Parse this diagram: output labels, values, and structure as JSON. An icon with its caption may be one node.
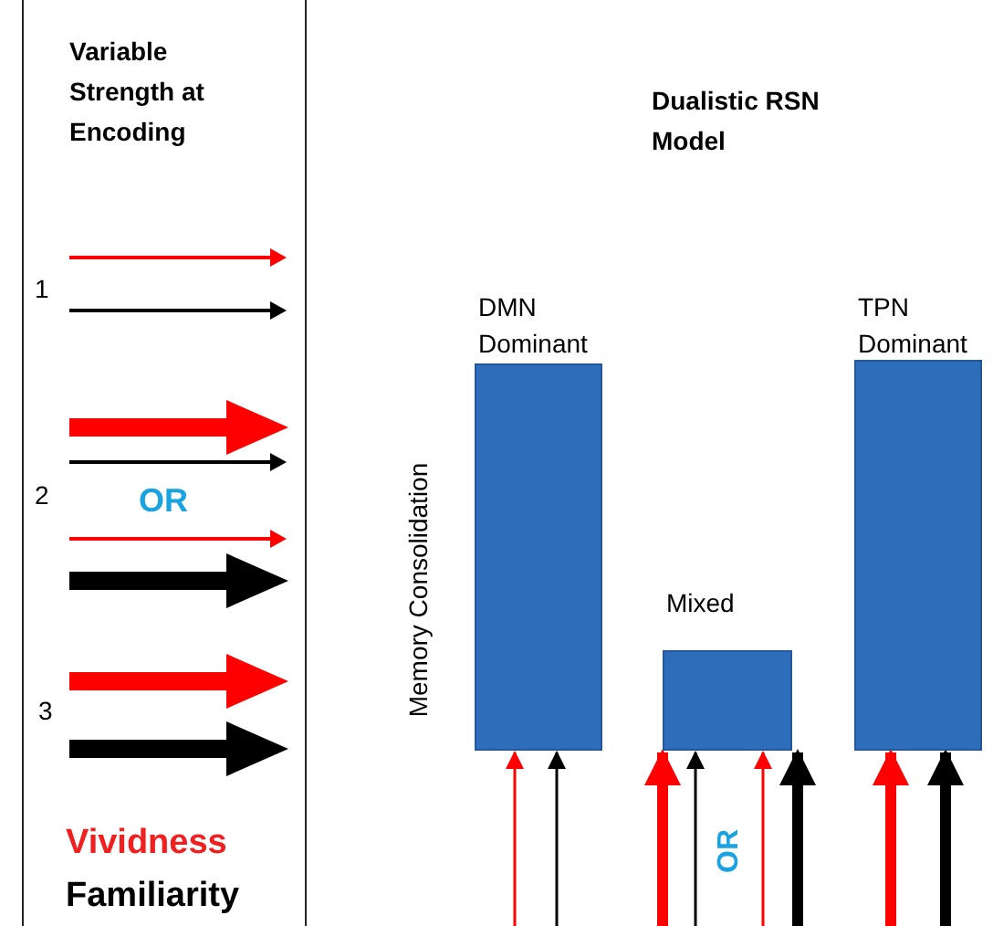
{
  "diagram": {
    "nodes": [
      {
        "text": [
          "Variable Strength at Encoding"
        ]
      },
      {
        "text": [
          "DMN Dominant"
        ]
      },
      {
        "text": [
          "Mixed"
        ]
      },
      {
        "text": [
          "TPN Dominant"
        ]
      }
    ],
    "edges": [
      {
        "from": null,
        "to": 1,
        "arrow": "to",
        "color": "#ff0000"
      },
      {
        "from": null,
        "to": 1,
        "arrow": "to",
        "color": "#000000"
      },
      {
        "from": null,
        "to": 2,
        "arrow": "to",
        "style": "thick",
        "color": "#ff0000"
      },
      {
        "from": null,
        "to": 2,
        "arrow": "to",
        "color": "#000000"
      },
      {
        "from": null,
        "to": 2,
        "arrow": "to",
        "color": "#ff0000"
      },
      {
        "from": null,
        "to": 2,
        "arrow": "to",
        "style": "thick",
        "color": "#000000"
      },
      {
        "from": null,
        "to": 3,
        "arrow": "to",
        "style": "thick",
        "color": "#ff0000"
      },
      {
        "from": null,
        "to": 3,
        "arrow": "to",
        "style": "thick",
        "color": "#000000"
      }
    ],
    "labels": [
      "1",
      "2",
      "OR",
      "3",
      "Vividness",
      "Familiarity",
      "Dualistic RSN Model",
      "Memory Consolidation",
      "OR"
    ]
  }
}
